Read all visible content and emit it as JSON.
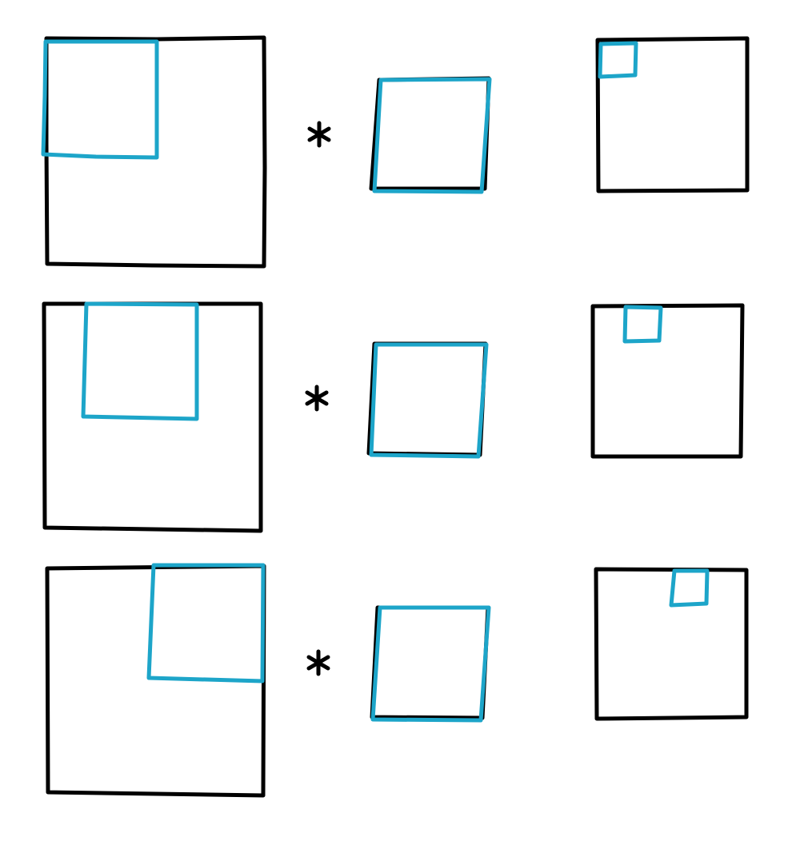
{
  "diagram": {
    "colors": {
      "outline": "#000000",
      "highlight": "#1da5c9"
    },
    "operator_symbol": "*",
    "rows": [
      {
        "highlight_position": "top-left"
      },
      {
        "highlight_position": "top-center"
      },
      {
        "highlight_position": "top-right"
      }
    ]
  }
}
